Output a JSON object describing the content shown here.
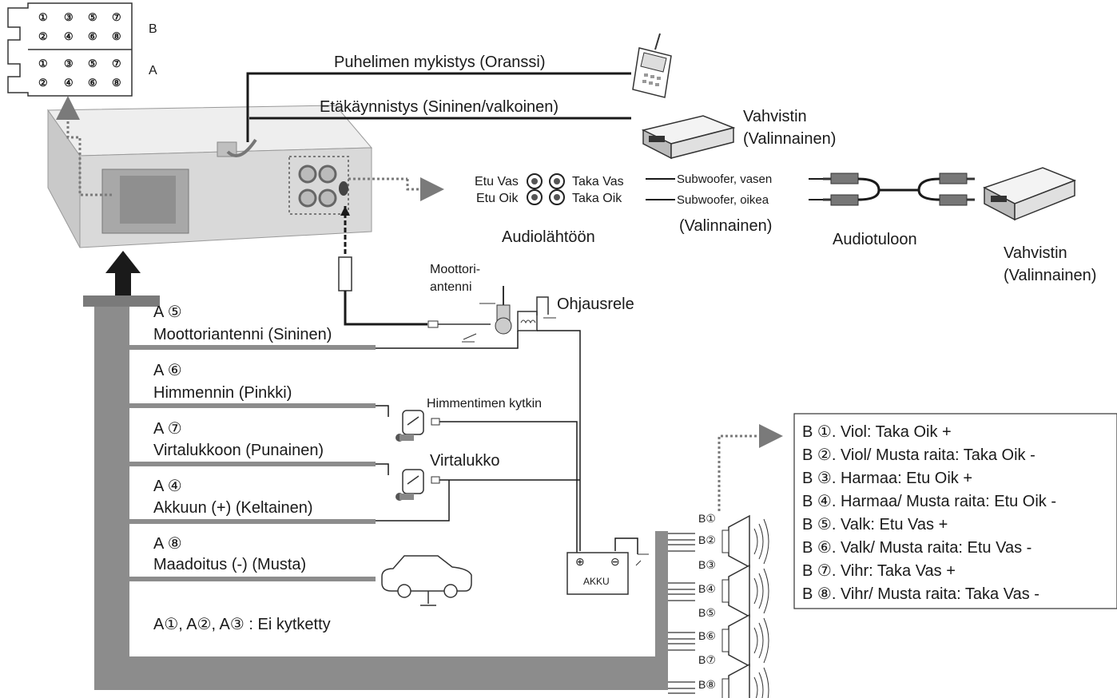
{
  "connectors": {
    "top_label": "B",
    "bottom_label": "A"
  },
  "phone_mute_label": "Puhelimen mykistys (Oranssi)",
  "remote_on_label": "Etäkäynnistys (Sininen/valkoinen)",
  "amp_top": {
    "line1": "Vahvistin",
    "line2": "(Valinnainen)"
  },
  "audio_out": {
    "front_left": "Etu Vas",
    "front_right": "Etu Oik",
    "rear_left": "Taka Vas",
    "rear_right": "Taka Oik",
    "caption": "Audiolähtöön"
  },
  "subwoofer": {
    "left": "Subwoofer, vasen",
    "right": "Subwoofer, oikea",
    "optional": "(Valinnainen)"
  },
  "audio_in_label": "Audiotuloon",
  "amp_right": {
    "line1": "Vahvistin",
    "line2": "(Valinnainen)"
  },
  "motor_antenna": {
    "line1": "Moottori-",
    "line2": "antenni"
  },
  "relay_label": "Ohjausrele",
  "dimmer_switch_label": "Himmentimen kytkin",
  "ignition_label": "Virtalukko",
  "battery_label": "AKKU",
  "wires": [
    {
      "pin": "A ⑤",
      "name": "Moottoriantenni (Sininen)"
    },
    {
      "pin": "A ⑥",
      "name": "Himmennin (Pinkki)"
    },
    {
      "pin": "A ⑦",
      "name": "Virtalukkoon (Punainen)"
    },
    {
      "pin": "A ④",
      "name": "Akkuun (+) (Keltainen)"
    },
    {
      "pin": "A ⑧",
      "name": "Maadoitus (-) (Musta)"
    }
  ],
  "not_connected": "A①, A②, A③ : Ei kytketty",
  "speaker_pins": [
    "B",
    "B",
    "B",
    "B",
    "B",
    "B",
    "B",
    "B"
  ],
  "speaker_legend": [
    "B ①. Viol: Taka Oik +",
    "B ②. Viol/ Musta raita: Taka Oik -",
    "B ③. Harmaa: Etu Oik +",
    "B ④. Harmaa/ Musta raita: Etu Oik -",
    "B ⑤. Valk: Etu Vas +",
    "B ⑥. Valk/ Musta raita: Etu Vas -",
    "B ⑦. Vihr: Taka Vas +",
    "B ⑧. Vihr/ Musta raita: Taka Vas -"
  ],
  "colors": {
    "harness": "#8c8c8c",
    "line": "#1a1a1a",
    "unit": "#d9d9d9",
    "dotted": "#7a7a7a"
  }
}
